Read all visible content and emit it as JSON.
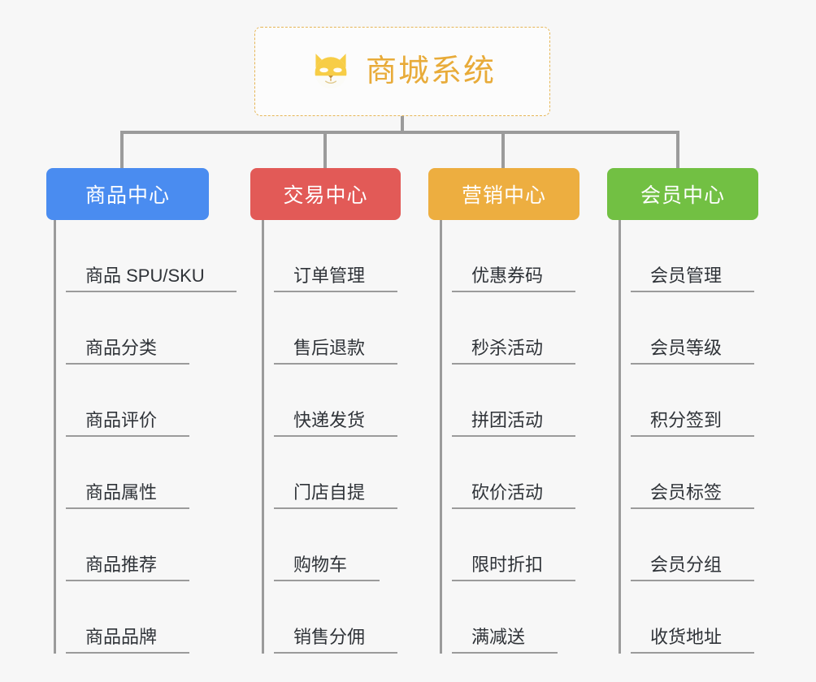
{
  "root": {
    "title": "商城系统",
    "icon": "shiba-dog-face-icon",
    "text_color": "#e8ab39",
    "border_color": "#e6b656"
  },
  "connector_color": "#9b9b9b",
  "background_color": "#f7f7f7",
  "columns": [
    {
      "header": "商品中心",
      "color": "#4a8cf0",
      "color_name": "blue",
      "items": [
        {
          "label": "商品 SPU/SKU",
          "underline_width": 210
        },
        {
          "label": "商品分类",
          "underline_width": 152
        },
        {
          "label": "商品评价",
          "underline_width": 152
        },
        {
          "label": "商品属性",
          "underline_width": 152
        },
        {
          "label": "商品推荐",
          "underline_width": 152
        },
        {
          "label": "商品品牌",
          "underline_width": 152
        }
      ]
    },
    {
      "header": "交易中心",
      "color": "#e25a57",
      "color_name": "red",
      "items": [
        {
          "label": "订单管理",
          "underline_width": 152
        },
        {
          "label": "售后退款",
          "underline_width": 152
        },
        {
          "label": "快递发货",
          "underline_width": 152
        },
        {
          "label": "门店自提",
          "underline_width": 152
        },
        {
          "label": "购物车",
          "underline_width": 130
        },
        {
          "label": "销售分佣",
          "underline_width": 152
        }
      ]
    },
    {
      "header": "营销中心",
      "color": "#edae40",
      "color_name": "orange",
      "items": [
        {
          "label": "优惠券码",
          "underline_width": 152
        },
        {
          "label": "秒杀活动",
          "underline_width": 152
        },
        {
          "label": "拼团活动",
          "underline_width": 152
        },
        {
          "label": "砍价活动",
          "underline_width": 152
        },
        {
          "label": "限时折扣",
          "underline_width": 152
        },
        {
          "label": "满减送",
          "underline_width": 130
        }
      ]
    },
    {
      "header": "会员中心",
      "color": "#72c043",
      "color_name": "green",
      "items": [
        {
          "label": "会员管理",
          "underline_width": 152
        },
        {
          "label": "会员等级",
          "underline_width": 152
        },
        {
          "label": "积分签到",
          "underline_width": 152
        },
        {
          "label": "会员标签",
          "underline_width": 152
        },
        {
          "label": "会员分组",
          "underline_width": 152
        },
        {
          "label": "收货地址",
          "underline_width": 152
        }
      ]
    }
  ]
}
